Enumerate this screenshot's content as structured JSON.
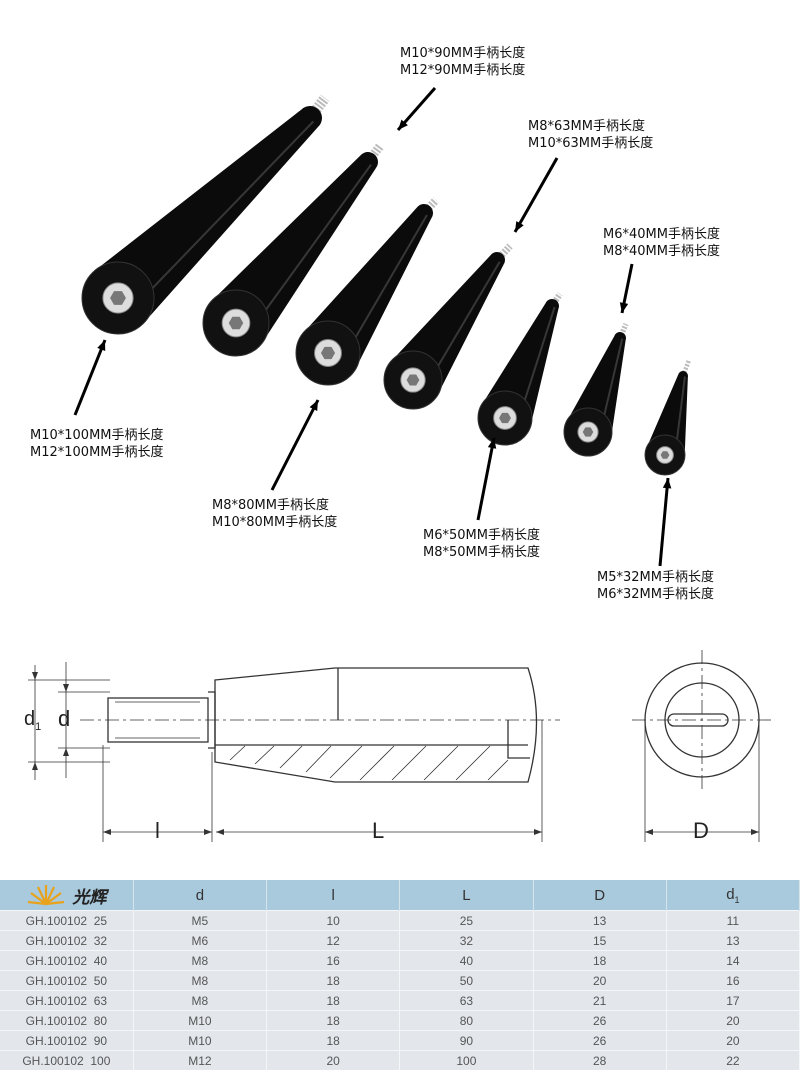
{
  "labels": [
    [
      "M10*100MM手柄长度",
      "M12*100MM手柄长度"
    ],
    [
      "M8*80MM手柄长度",
      "M10*80MM手柄长度"
    ],
    [
      "M10*90MM手柄长度",
      "M12*90MM手柄长度"
    ],
    [
      "M8*63MM手柄长度",
      "M10*63MM手柄长度"
    ],
    [
      "M6*50MM手柄长度",
      "M8*50MM手柄长度"
    ],
    [
      "M6*40MM手柄长度",
      "M8*40MM手柄长度"
    ],
    [
      "M5*32MM手柄长度",
      "M6*32MM手柄长度"
    ]
  ],
  "drawing": {
    "d1": "d1",
    "d": "d",
    "l": "l",
    "L": "L",
    "D": "D"
  },
  "table": {
    "logo_text": "光辉",
    "headers": [
      "d",
      "l",
      "L",
      "D",
      "d1"
    ],
    "rows": [
      [
        "GH.100102  25",
        "M5",
        "10",
        "25",
        "13",
        "11"
      ],
      [
        "GH.100102  32",
        "M6",
        "12",
        "32",
        "15",
        "13"
      ],
      [
        "GH.100102  40",
        "M8",
        "16",
        "40",
        "18",
        "14"
      ],
      [
        "GH.100102  50",
        "M8",
        "18",
        "50",
        "20",
        "16"
      ],
      [
        "GH.100102  63",
        "M8",
        "18",
        "63",
        "21",
        "17"
      ],
      [
        "GH.100102  80",
        "M10",
        "18",
        "80",
        "26",
        "20"
      ],
      [
        "GH.100102  90",
        "M10",
        "18",
        "90",
        "26",
        "20"
      ],
      [
        "GH.100102  100",
        "M12",
        "20",
        "100",
        "28",
        "22"
      ]
    ]
  },
  "colors": {
    "header": "#a9c9dc",
    "row": "#e3e7ec",
    "logo": "#e8a21c"
  }
}
